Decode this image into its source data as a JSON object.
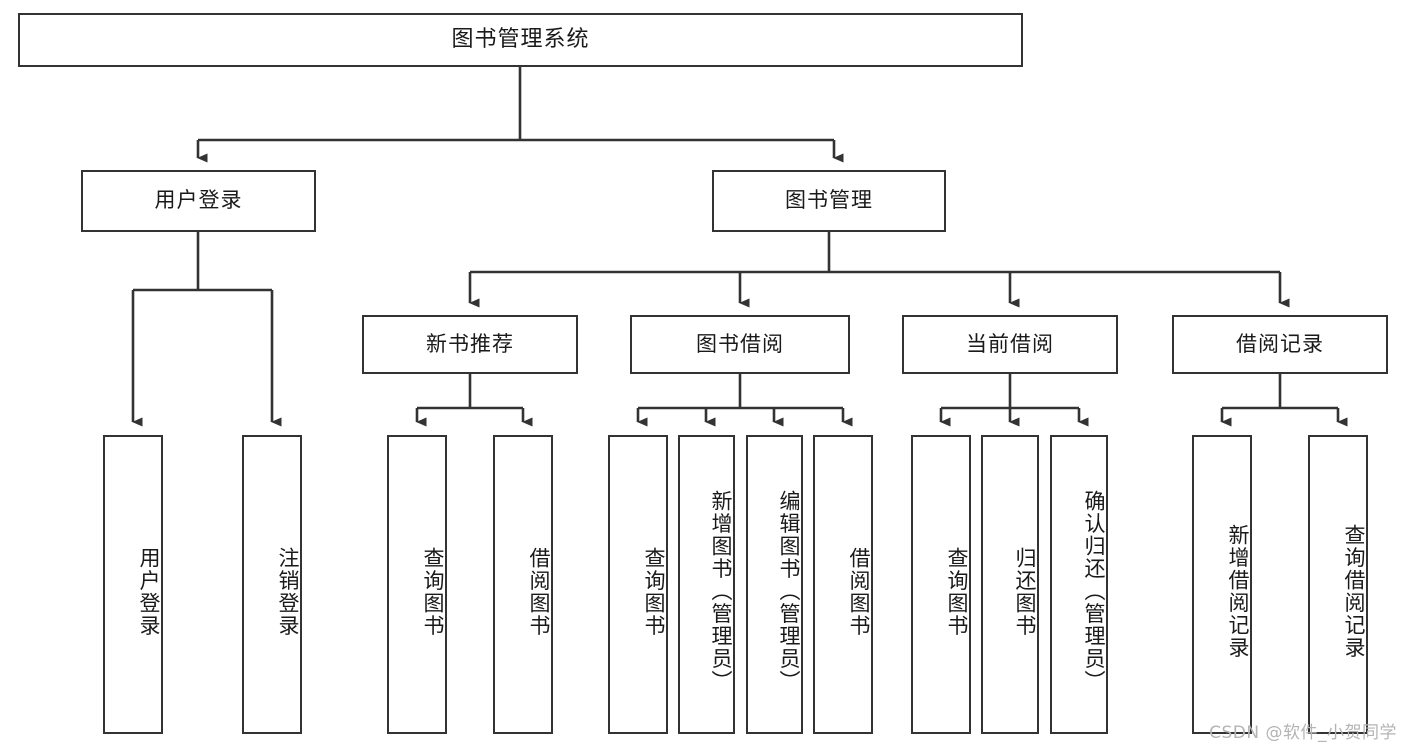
{
  "diagram": {
    "type": "tree",
    "title": "图书管理系统",
    "watermark": "CSDN @软件_小贺同学",
    "colors": {
      "stroke": "#333333",
      "background": "#ffffff",
      "text": "#1a1a1a",
      "watermark": "#b4b4b4"
    },
    "nodes": {
      "root": {
        "label": "图书管理系统"
      },
      "level2": [
        {
          "label": "用户登录"
        },
        {
          "label": "图书管理"
        }
      ],
      "level3": [
        {
          "label": "新书推荐"
        },
        {
          "label": "图书借阅"
        },
        {
          "label": "当前借阅"
        },
        {
          "label": "借阅记录"
        }
      ],
      "leaves": [
        {
          "label": "用户登录",
          "parent": "用户登录"
        },
        {
          "label": "注销登录",
          "parent": "用户登录"
        },
        {
          "label": "查询图书",
          "parent": "新书推荐"
        },
        {
          "label": "借阅图书",
          "parent": "新书推荐"
        },
        {
          "label": "查询图书",
          "parent": "图书借阅"
        },
        {
          "label": "新增图书（管理员）",
          "parent": "图书借阅"
        },
        {
          "label": "编辑图书（管理员）",
          "parent": "图书借阅"
        },
        {
          "label": "借阅图书",
          "parent": "图书借阅"
        },
        {
          "label": "查询图书",
          "parent": "当前借阅"
        },
        {
          "label": "归还图书",
          "parent": "当前借阅"
        },
        {
          "label": "确认归还（管理员）",
          "parent": "当前借阅"
        },
        {
          "label": "新增借阅记录",
          "parent": "借阅记录"
        },
        {
          "label": "查询借阅记录",
          "parent": "借阅记录"
        }
      ]
    }
  }
}
